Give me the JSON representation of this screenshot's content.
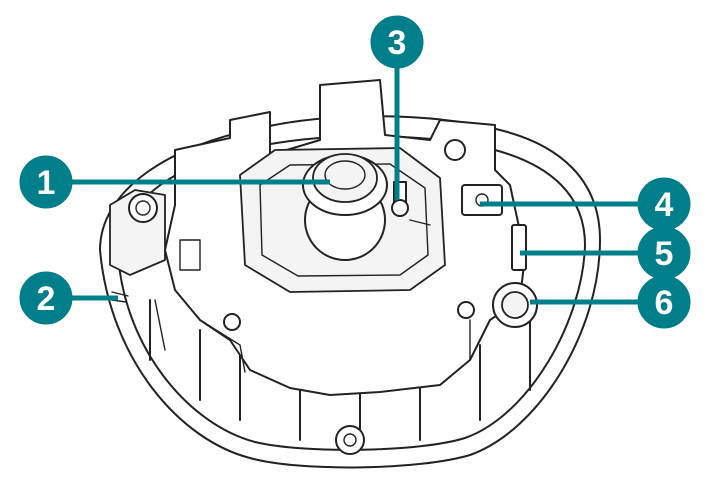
{
  "diagram": {
    "callout_color": "#007f8a",
    "leader_color": "#007f8a",
    "callouts": [
      {
        "label": "1",
        "target": "lens"
      },
      {
        "label": "2",
        "target": "side-indicator"
      },
      {
        "label": "3",
        "target": "focus-screw"
      },
      {
        "label": "4",
        "target": "cable-port"
      },
      {
        "label": "5",
        "target": "slot"
      },
      {
        "label": "6",
        "target": "screw-hole"
      }
    ]
  }
}
